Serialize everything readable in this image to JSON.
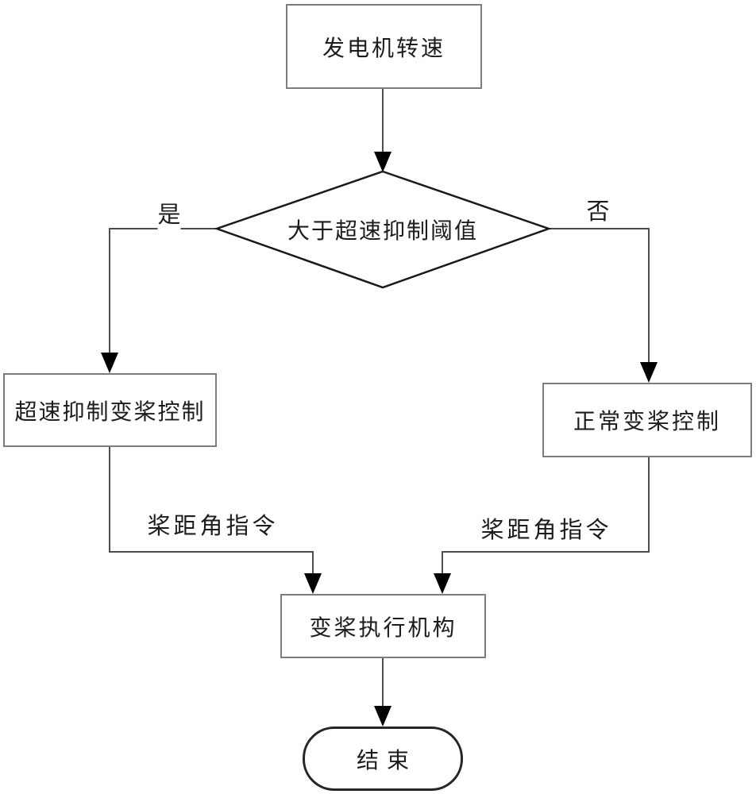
{
  "diagram": {
    "nodes": {
      "start": {
        "label": "发电机转速"
      },
      "decision": {
        "label": "大于超速抑制阈值"
      },
      "overspeed": {
        "label": "超速抑制变桨控制"
      },
      "normal": {
        "label": "正常变桨控制"
      },
      "actuator": {
        "label": "变桨执行机构"
      },
      "end": {
        "label": "结束"
      }
    },
    "edge_labels": {
      "yes": "是",
      "no": "否",
      "pitch_command_left": "桨距角指令",
      "pitch_command_right": "桨距角指令"
    },
    "colors": {
      "background": "#ffffff",
      "connector": "#4d4d4d",
      "arrowhead": "#000000",
      "box_border": "#7d7d7d",
      "diamond_border": "#1a1a1a",
      "text": "#1c1c1c"
    }
  }
}
